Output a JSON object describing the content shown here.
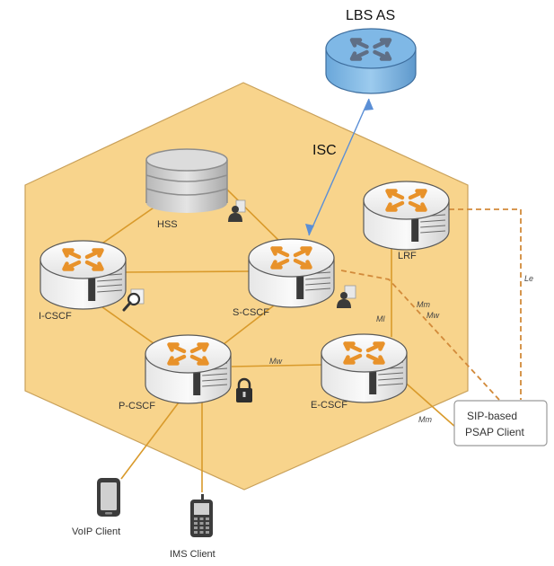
{
  "colors": {
    "hexagon_fill": "#F8D48C",
    "hexagon_stroke": "#C9A15A",
    "link_solid": "#D99A2B",
    "link_dashed": "#D28A3A",
    "link_isc": "#5B8FD6",
    "router_top": "#F4F4F4",
    "router_arrows": "#E8922A",
    "lbs_fill": "#7FB8E6",
    "lbs_arrows": "#5F6F86",
    "db_fill": "#C9C9C9"
  },
  "nodes": {
    "lbs_as": {
      "label": "LBS AS",
      "icon": "router-icon"
    },
    "hss": {
      "label": "HSS",
      "icon": "database-icon"
    },
    "i_cscf": {
      "label": "I-CSCF",
      "icon": "router-icon"
    },
    "s_cscf": {
      "label": "S-CSCF",
      "icon": "router-icon"
    },
    "p_cscf": {
      "label": "P-CSCF",
      "icon": "router-icon"
    },
    "e_cscf": {
      "label": "E-CSCF",
      "icon": "router-icon"
    },
    "lrf": {
      "label": "LRF",
      "icon": "router-icon"
    },
    "psap": {
      "label_line1": "SIP-based",
      "label_line2": "PSAP Client"
    },
    "voip_client": {
      "label": "VoIP Client",
      "icon": "smartphone-icon"
    },
    "ims_client": {
      "label": "IMS Client",
      "icon": "mobile-phone-icon"
    }
  },
  "interfaces": {
    "isc": "ISC",
    "le": "Le",
    "mm_top": "Mm",
    "mw_top": "Mw",
    "ml": "Ml",
    "mw_mid": "Mw",
    "mm_bottom": "Mm"
  },
  "overlay_icons": [
    "user-profile-icon",
    "magnifier-icon",
    "user-profile-icon",
    "padlock-icon"
  ]
}
